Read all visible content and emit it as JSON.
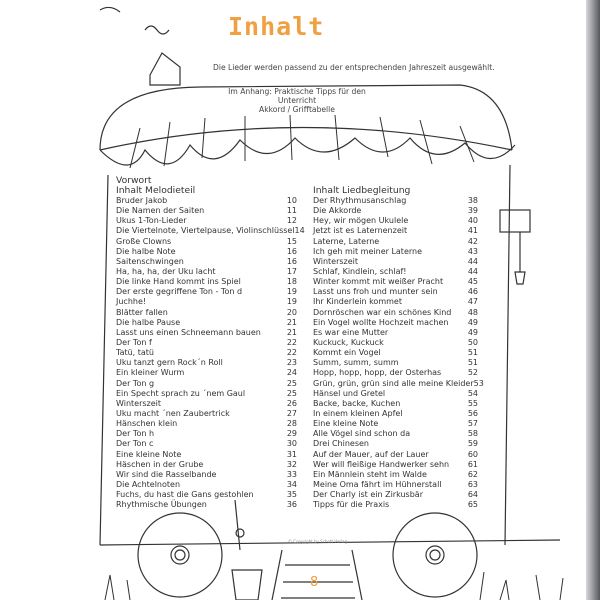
{
  "title": "Inhalt",
  "intro": "Die Lieder werden passend zu der entsprechenden Jahreszeit ausgewählt.",
  "appendix": [
    "Im Anhang: Praktische Tipps für den Unterricht",
    "Akkord / Grifftabelle"
  ],
  "left": {
    "preface": "Vorwort",
    "heading": "Inhalt Melodieteil",
    "entries": [
      {
        "title": "Bruder Jakob",
        "page": "10"
      },
      {
        "title": "Die Namen der Saiten",
        "page": "11"
      },
      {
        "title": "Ukus 1-Ton-Lieder",
        "page": "12"
      },
      {
        "title": "Die Viertelnote, Viertelpause, Violinschlüssel",
        "page": "14"
      },
      {
        "title": "Große Clowns",
        "page": "15"
      },
      {
        "title": "Die halbe Note",
        "page": "16"
      },
      {
        "title": "Saitenschwingen",
        "page": "16"
      },
      {
        "title": "Ha, ha, ha, der Uku lacht",
        "page": "17"
      },
      {
        "title": "Die linke Hand kommt ins Spiel",
        "page": "18"
      },
      {
        "title": "Der erste gegriffene Ton - Ton d",
        "page": "19"
      },
      {
        "title": "Juchhe!",
        "page": "19"
      },
      {
        "title": "Blätter fallen",
        "page": "20"
      },
      {
        "title": "Die halbe Pause",
        "page": "21"
      },
      {
        "title": "Lasst uns einen Schneemann bauen",
        "page": "21"
      },
      {
        "title": "Der Ton f",
        "page": "22"
      },
      {
        "title": "Tatü, tatü",
        "page": "22"
      },
      {
        "title": "Uku tanzt gern Rock´n Roll",
        "page": "23"
      },
      {
        "title": "Ein kleiner Wurm",
        "page": "24"
      },
      {
        "title": "Der Ton g",
        "page": "25"
      },
      {
        "title": "Ein Specht sprach zu ´nem Gaul",
        "page": "25"
      },
      {
        "title": "Winterszeit",
        "page": "26"
      },
      {
        "title": "Uku macht ´nen Zaubertrick",
        "page": "27"
      },
      {
        "title": "Hänschen klein",
        "page": "28"
      },
      {
        "title": "Der Ton h",
        "page": "29"
      },
      {
        "title": "Der Ton c",
        "page": "30"
      },
      {
        "title": "Eine kleine Note",
        "page": "31"
      },
      {
        "title": "Häschen in der Grube",
        "page": "32"
      },
      {
        "title": "Wir sind die Rasselbande",
        "page": "33"
      },
      {
        "title": "Die Achtelnoten",
        "page": "34"
      },
      {
        "title": "Fuchs, du hast die Gans gestohlen",
        "page": "35"
      },
      {
        "title": "Rhythmische Übungen",
        "page": "36"
      }
    ]
  },
  "right": {
    "heading": "Inhalt Liedbegleitung",
    "entries": [
      {
        "title": "Der Rhythmusanschlag",
        "page": "38"
      },
      {
        "title": "Die Akkorde",
        "page": "39"
      },
      {
        "title": "Hey, wir mögen Ukulele",
        "page": "40"
      },
      {
        "title": "Jetzt ist es Laternenzeit",
        "page": "41"
      },
      {
        "title": "Laterne, Laterne",
        "page": "42"
      },
      {
        "title": "Ich geh mit meiner Laterne",
        "page": "43"
      },
      {
        "title": "Winterszeit",
        "page": "44"
      },
      {
        "title": "Schlaf, Kindlein, schlaf!",
        "page": "44"
      },
      {
        "title": "Winter kommt mit weißer Pracht",
        "page": "45"
      },
      {
        "title": "Lasst uns froh und munter sein",
        "page": "46"
      },
      {
        "title": "Ihr Kinderlein kommet",
        "page": "47"
      },
      {
        "title": "Dornröschen war ein schönes Kind",
        "page": "48"
      },
      {
        "title": "Ein Vogel wollte Hochzeit machen",
        "page": "49"
      },
      {
        "title": "Es war eine Mutter",
        "page": "49"
      },
      {
        "title": "Kuckuck, Kuckuck",
        "page": "50"
      },
      {
        "title": "Kommt ein Vogel",
        "page": "51"
      },
      {
        "title": "Summ, summ, summ",
        "page": "51"
      },
      {
        "title": "Hopp, hopp, hopp, der Osterhas",
        "page": "52"
      },
      {
        "title": "Grün, grün, grün sind alle meine Kleider",
        "page": "53"
      },
      {
        "title": "Hänsel und Gretel",
        "page": "54"
      },
      {
        "title": "Backe, backe, Kuchen",
        "page": "55"
      },
      {
        "title": "In einem kleinen Apfel",
        "page": "56"
      },
      {
        "title": "Eine kleine Note",
        "page": "57"
      },
      {
        "title": "Alle Vögel sind schon da",
        "page": "58"
      },
      {
        "title": "Drei Chinesen",
        "page": "59"
      },
      {
        "title": "Auf der Mauer, auf der Lauer",
        "page": "60"
      },
      {
        "title": "Wer will fleißige Handwerker sehn",
        "page": "61"
      },
      {
        "title": "Ein Männlein steht im Walde",
        "page": "62"
      },
      {
        "title": "Meine Oma fährt im Hühnerstall",
        "page": "63"
      },
      {
        "title": "Der Charly ist ein Zirkusbär",
        "page": "64"
      },
      {
        "title": "Tipps für die Praxis",
        "page": "65"
      }
    ]
  },
  "copyright": "© Copyright by Schott Verlag",
  "page_number": "8",
  "colors": {
    "accent": "#f0a040",
    "text": "#3a3a3a"
  }
}
